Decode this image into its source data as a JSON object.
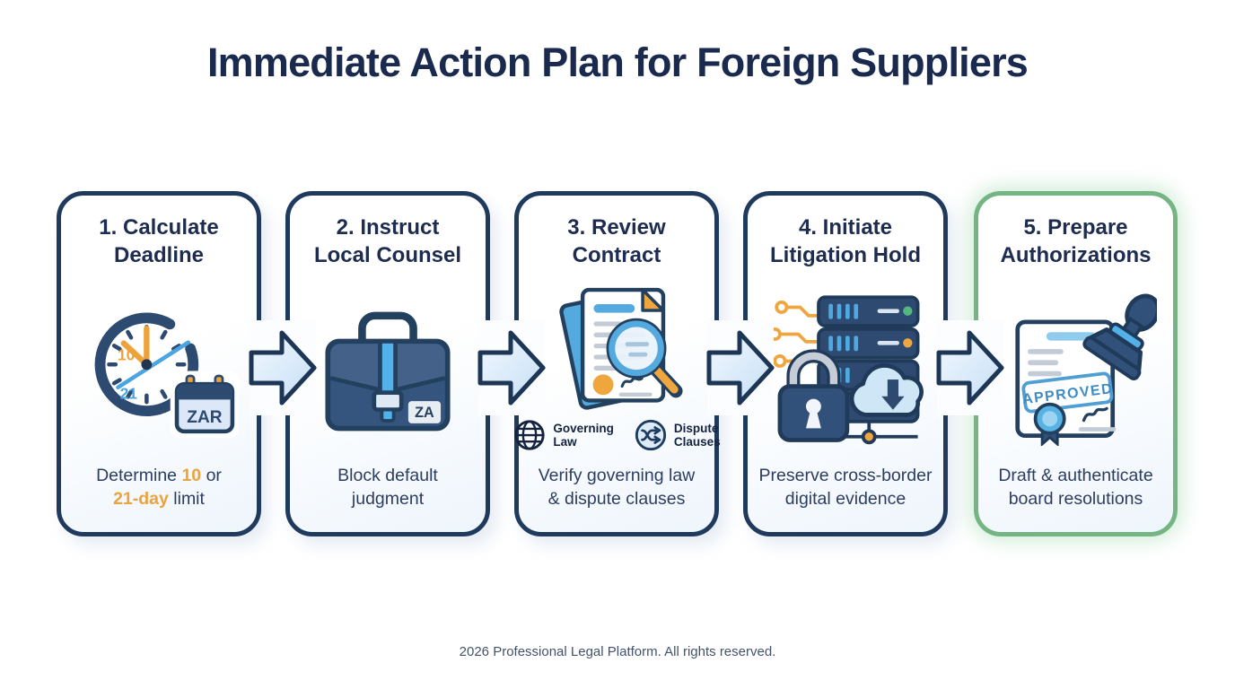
{
  "page": {
    "title": "Immediate Action Plan for Foreign Suppliers",
    "footer": "2026 Professional Legal Platform. All rights reserved."
  },
  "colors": {
    "navy_outline": "#203a5e",
    "navy_fill": "#31507a",
    "text_navy": "#1d2c4f",
    "orange": "#efa63f",
    "sky_blue": "#52aee4",
    "light_blue_fill": "#d8e9f8",
    "gray_line": "#c3ccd6",
    "green_border": "#74b583",
    "green_dot": "#52b87e",
    "approved_blue": "#3f8cc4"
  },
  "steps": [
    {
      "title_lines": [
        "1. Calculate",
        "Deadline"
      ],
      "icon": "clock-calendar-icon",
      "icon_labels": {
        "hour": "10",
        "day": "21",
        "calendar": "ZAR"
      },
      "desc_parts": {
        "p1": "Determine ",
        "p2": "10",
        "p3": " or",
        "p4": "21-day",
        "p5": " limit"
      }
    },
    {
      "title_lines": [
        "2. Instruct",
        "Local Counsel"
      ],
      "icon": "briefcase-icon",
      "icon_labels": {
        "badge": "ZA"
      },
      "desc_lines": [
        "Block default",
        "judgment"
      ]
    },
    {
      "title_lines": [
        "3. Review",
        "Contract"
      ],
      "icon": "contract-magnifier-icon",
      "sub_items": [
        {
          "icon": "globe-icon",
          "label_lines": [
            "Governing",
            "Law"
          ]
        },
        {
          "icon": "dispute-arrows-icon",
          "label_lines": [
            "Dispute",
            "Clauses"
          ]
        }
      ],
      "desc_lines": [
        "Verify governing law",
        "& dispute clauses"
      ]
    },
    {
      "title_lines": [
        "4. Initiate",
        "Litigation Hold"
      ],
      "icon": "server-lock-cloud-icon",
      "desc_lines": [
        "Preserve cross-border",
        "digital evidence"
      ]
    },
    {
      "title_lines": [
        "5. Prepare",
        "Authorizations"
      ],
      "icon": "stamp-certificate-icon",
      "icon_labels": {
        "stamp": "APPROVED"
      },
      "desc_lines": [
        "Draft & authenticate",
        "board resolutions"
      ],
      "highlighted": true
    }
  ]
}
